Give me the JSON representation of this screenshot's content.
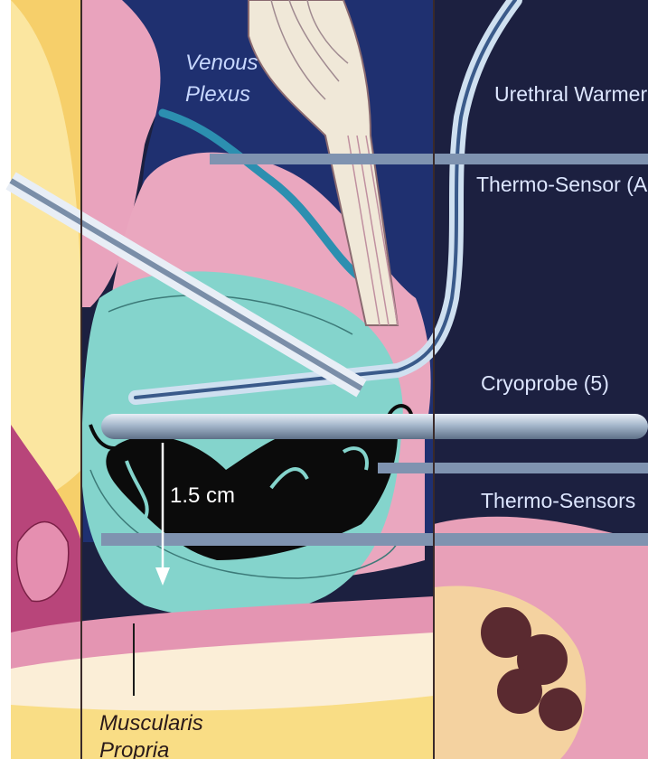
{
  "labels": {
    "venous_line1": "Venous",
    "venous_line2": "Plexus",
    "urethral_warmer": "Urethral Warmer",
    "thermo_sensor_a": "Thermo-Sensor (A",
    "cryoprobe": "Cryoprobe (5)",
    "thermo_sensors": "Thermo-Sensors",
    "measurement": "1.5 cm",
    "muscularis_line1": "Muscularis",
    "muscularis_line2": "Propria"
  },
  "colors": {
    "background_dark": "#1c2040",
    "navy_region": "#1f3070",
    "pink_tissue": "#e8a0b8",
    "magenta_wall": "#c04878",
    "prostate_cyan": "#84d4cc",
    "tumor_black": "#0b0b0b",
    "fat_yellow": "#f9dd85",
    "probe_steel": "#9ab0c8",
    "label_blue": "#c8d8ff"
  }
}
